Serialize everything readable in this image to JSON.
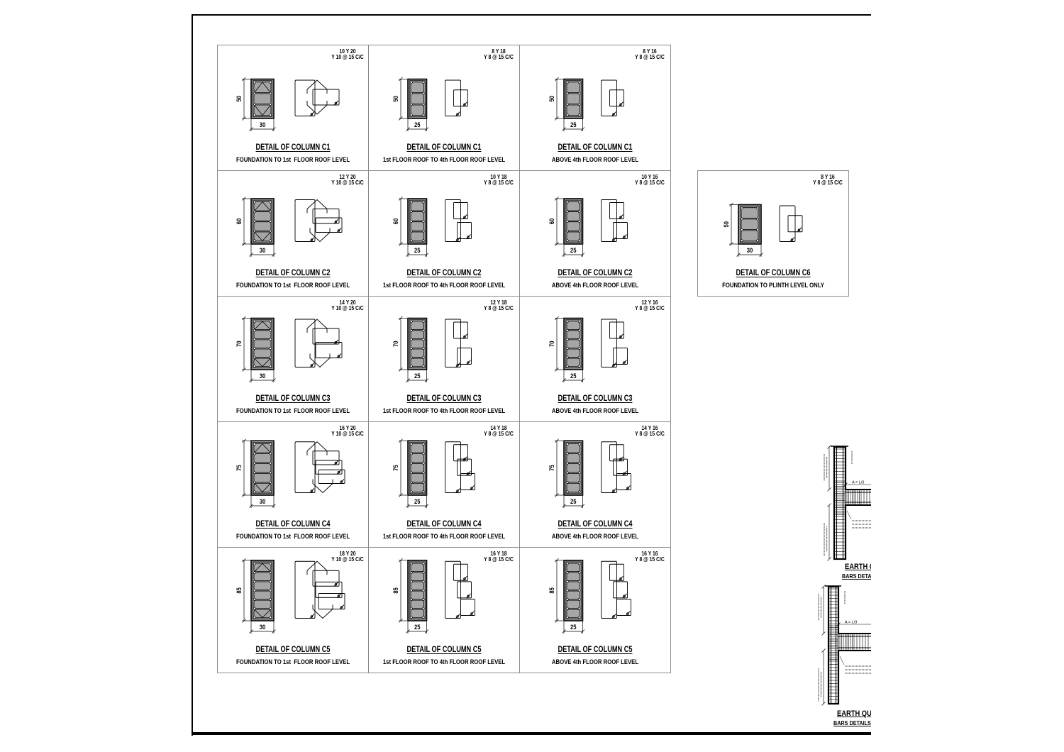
{
  "colors": {
    "line": "#000000",
    "section_fill": "#a6a6a6",
    "cell_border": "#8a8a8a"
  },
  "grid": [
    [
      {
        "bars": "10 Y 20",
        "ties": "Y 10 @ 15 C/C",
        "depth": "50",
        "width": "30",
        "title": "DETAIL OF COLUMN C1",
        "level": "FOUNDATION TO 1st  FLOOR ROOF LEVEL"
      },
      {
        "bars": "8 Y 18",
        "ties": "Y 8 @ 15 C/C",
        "depth": "50",
        "width": "25",
        "title": "DETAIL OF COLUMN C1",
        "level": "1st FLOOR ROOF TO 4th FLOOR ROOF LEVEL"
      },
      {
        "bars": "8 Y 16",
        "ties": "Y 8 @ 15 C/C",
        "depth": "50",
        "width": "25",
        "title": "DETAIL OF COLUMN C1",
        "level": "ABOVE 4th FLOOR ROOF LEVEL"
      }
    ],
    [
      {
        "bars": "12 Y 20",
        "ties": "Y 10 @ 15 C/C",
        "depth": "60",
        "width": "30",
        "title": "DETAIL OF COLUMN C2",
        "level": "FOUNDATION TO 1st  FLOOR ROOF LEVEL"
      },
      {
        "bars": "10 Y 18",
        "ties": "Y 8 @ 15 C/C",
        "depth": "60",
        "width": "25",
        "title": "DETAIL OF COLUMN C2",
        "level": "1st FLOOR ROOF TO 4th FLOOR ROOF LEVEL"
      },
      {
        "bars": "10 Y 16",
        "ties": "Y 8 @ 15 C/C",
        "depth": "60",
        "width": "25",
        "title": "DETAIL OF COLUMN C2",
        "level": "ABOVE 4th FLOOR ROOF LEVEL"
      }
    ],
    [
      {
        "bars": "14 Y 20",
        "ties": "Y 10 @ 15 C/C",
        "depth": "70",
        "width": "30",
        "title": "DETAIL OF COLUMN C3",
        "level": "FOUNDATION TO 1st  FLOOR ROOF LEVEL"
      },
      {
        "bars": "12 Y 18",
        "ties": "Y 8 @ 15 C/C",
        "depth": "70",
        "width": "25",
        "title": "DETAIL OF COLUMN C3",
        "level": "1st FLOOR ROOF TO 4th FLOOR ROOF LEVEL"
      },
      {
        "bars": "12 Y 16",
        "ties": "Y 8 @ 15 C/C",
        "depth": "70",
        "width": "25",
        "title": "DETAIL OF COLUMN C3",
        "level": "ABOVE 4th FLOOR ROOF LEVEL"
      }
    ],
    [
      {
        "bars": "16 Y 20",
        "ties": "Y 10 @ 15 C/C",
        "depth": "75",
        "width": "30",
        "title": "DETAIL OF COLUMN C4",
        "level": "FOUNDATION TO 1st  FLOOR ROOF LEVEL"
      },
      {
        "bars": "14 Y 18",
        "ties": "Y 8 @ 15 C/C",
        "depth": "75",
        "width": "25",
        "title": "DETAIL OF COLUMN C4",
        "level": "1st FLOOR ROOF TO 4th FLOOR ROOF LEVEL"
      },
      {
        "bars": "14 Y 16",
        "ties": "Y 8 @ 15 C/C",
        "depth": "75",
        "width": "25",
        "title": "DETAIL OF COLUMN C4",
        "level": "ABOVE 4th FLOOR ROOF LEVEL"
      }
    ],
    [
      {
        "bars": "18 Y 20",
        "ties": "Y 10 @ 15 C/C",
        "depth": "85",
        "width": "30",
        "title": "DETAIL OF COLUMN C5",
        "level": "FOUNDATION TO 1st  FLOOR ROOF LEVEL"
      },
      {
        "bars": "16 Y 18",
        "ties": "Y 8 @ 15 C/C",
        "depth": "85",
        "width": "25",
        "title": "DETAIL OF COLUMN C5",
        "level": "1st FLOOR ROOF TO 4th FLOOR ROOF LEVEL"
      },
      {
        "bars": "16 Y 16",
        "ties": "Y 8 @ 15 C/C",
        "depth": "85",
        "width": "25",
        "title": "DETAIL OF COLUMN C5",
        "level": "ABOVE 4th FLOOR ROOF LEVEL"
      }
    ]
  ],
  "standalone_details": [
    {
      "bars": "8 Y 16",
      "ties": "Y 8 @ 15 C/C",
      "depth": "50",
      "width": "30",
      "title": "DETAIL OF COLUMN C6",
      "level": "FOUNDATION TO PLINTH LEVEL ONLY"
    }
  ],
  "earthquake_details": [
    {
      "title": "EARTH Q",
      "subtitle": "BARS DETAI",
      "dimension": "A = L/3"
    },
    {
      "title": "EARTH QU",
      "subtitle": "BARS DETAILS",
      "dimension": "A = L/3"
    }
  ]
}
